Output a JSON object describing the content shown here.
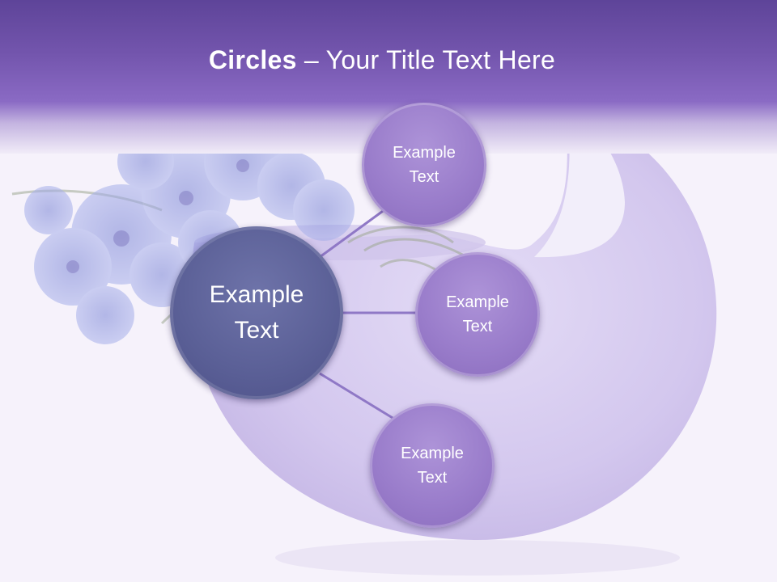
{
  "slide": {
    "title_bold": "Circles",
    "title_rest": " – Your Title Text Here"
  },
  "center_circle": {
    "label_line1": "Example",
    "label_line2": "Text"
  },
  "outer_circles": [
    {
      "label_line1": "Example",
      "label_line2": "Text"
    },
    {
      "label_line1": "Example",
      "label_line2": "Text"
    },
    {
      "label_line1": "Example",
      "label_line2": "Text"
    }
  ],
  "colors": {
    "header": "#6b4fa7",
    "center_circle": "#5a5f96",
    "outer_circle": "#9a7dcb",
    "connector": "#8f78c6",
    "vase": "#d7cdf0",
    "flowers": "#8d97de"
  }
}
